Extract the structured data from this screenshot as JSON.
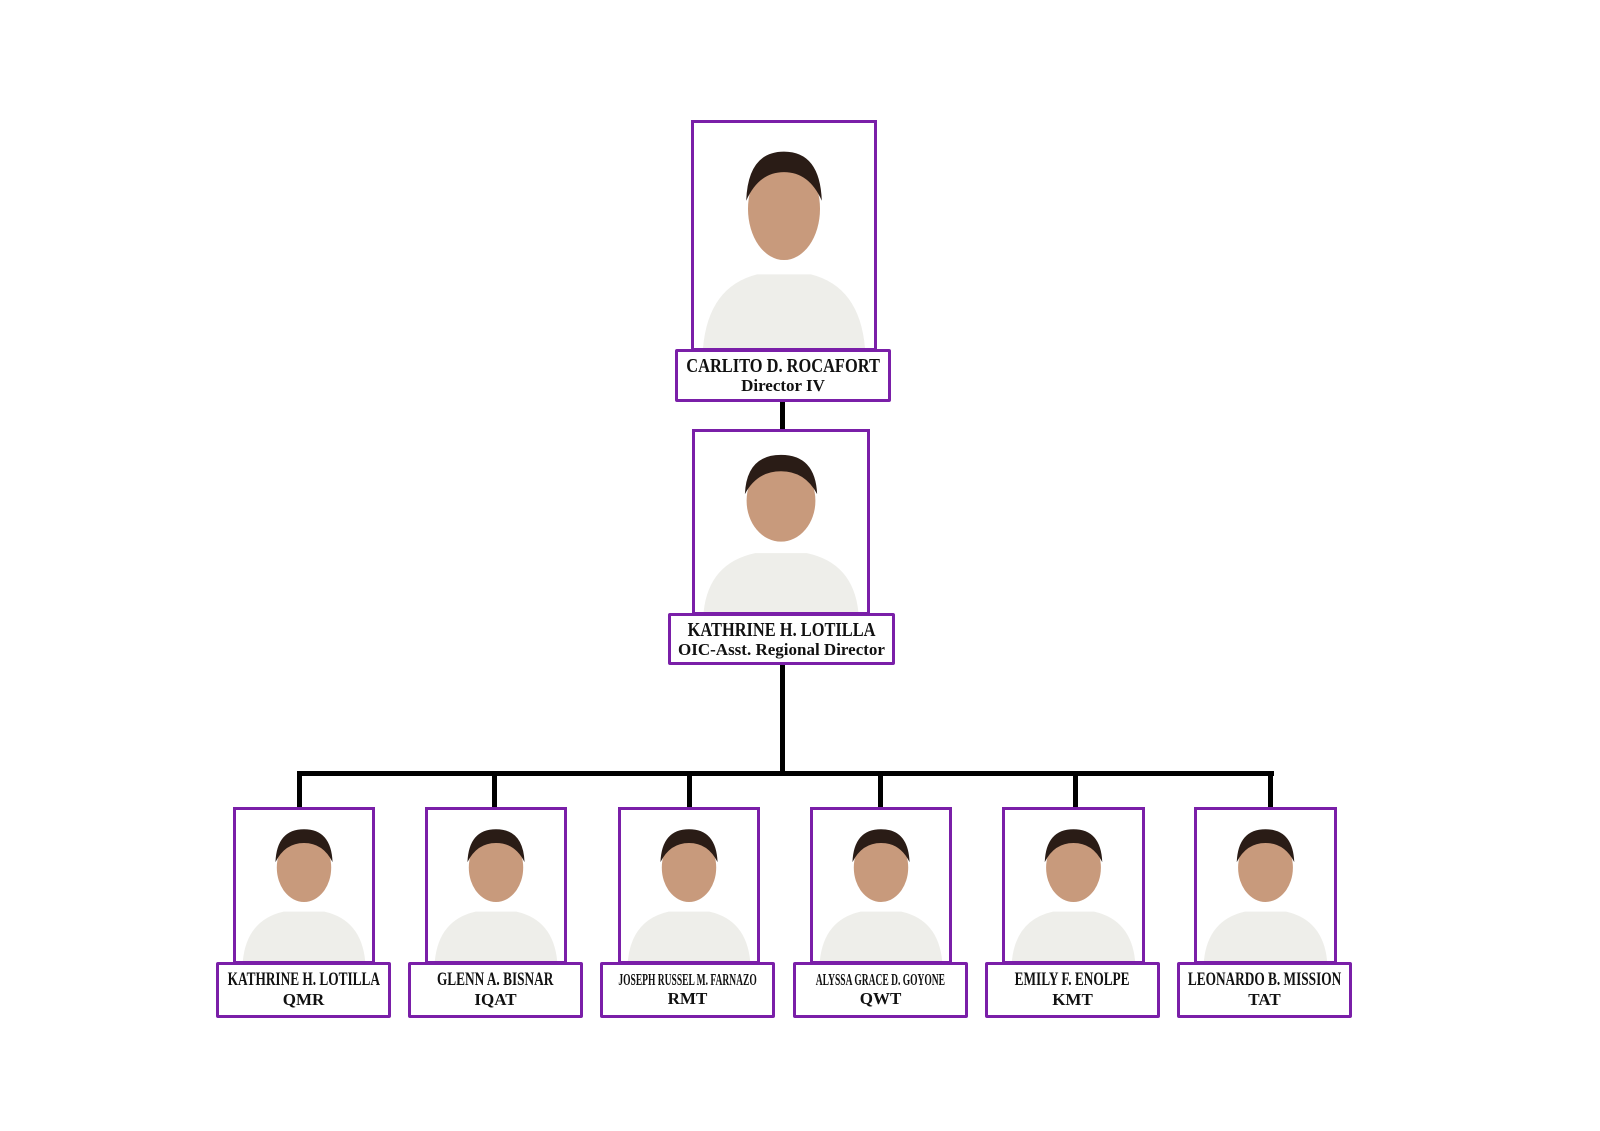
{
  "colors": {
    "border": "#7a1fa8",
    "connector": "#000000"
  },
  "director": {
    "name": "CARLITO D. ROCAFORT",
    "position": "Director IV"
  },
  "assistant": {
    "name": "KATHRINE H. LOTILLA",
    "position": "OIC-Asst. Regional Director"
  },
  "teams": [
    {
      "name": "KATHRINE H. LOTILLA",
      "position": "QMR"
    },
    {
      "name": "GLENN A. BISNAR",
      "position": "IQAT"
    },
    {
      "name": "JOSEPH RUSSEL M. FARNAZO",
      "position": "RMT"
    },
    {
      "name": "ALYSSA GRACE D. GOYONE",
      "position": "QWT"
    },
    {
      "name": "EMILY F. ENOLPE",
      "position": "KMT"
    },
    {
      "name": "LEONARDO B. MISSION",
      "position": "TAT"
    }
  ]
}
